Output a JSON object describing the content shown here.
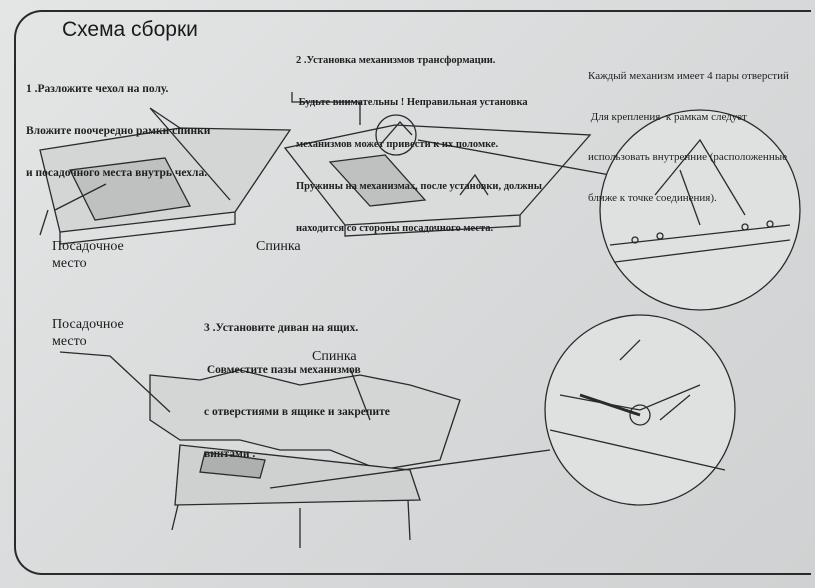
{
  "title": "Схема сборки",
  "step1": {
    "lines": [
      "1 .Разложите чехол на полу.",
      "Вложите поочередно рамки спинки",
      "и посадочного места внутрь чехла."
    ]
  },
  "step2": {
    "lines": [
      "2 .Установка механизмов трансформации.",
      " Будьте внимательны ! Неправильная установка",
      "механизмов может привести к их поломке.",
      "Пружины на механизмах, после установки, должны",
      "находится со стороны посадочного места."
    ]
  },
  "note": {
    "lines": [
      "Каждый механизм имеет 4 пары отверстий",
      " Для крепления  к рамкам следует",
      "использовать внутренние (расположенные",
      "ближе к точке соединения)."
    ]
  },
  "step3": {
    "lines": [
      "3 .Установите диван на ящих.",
      " Совместите пазы механизмов",
      "с отверстиями в ящике и закрепите",
      "винтами ."
    ]
  },
  "labels": {
    "seat_top": [
      "Посадочное",
      "место"
    ],
    "back_top": "Спинка",
    "seat_bottom": [
      "Посадочное",
      "место"
    ],
    "back_bottom": "Спинка"
  }
}
